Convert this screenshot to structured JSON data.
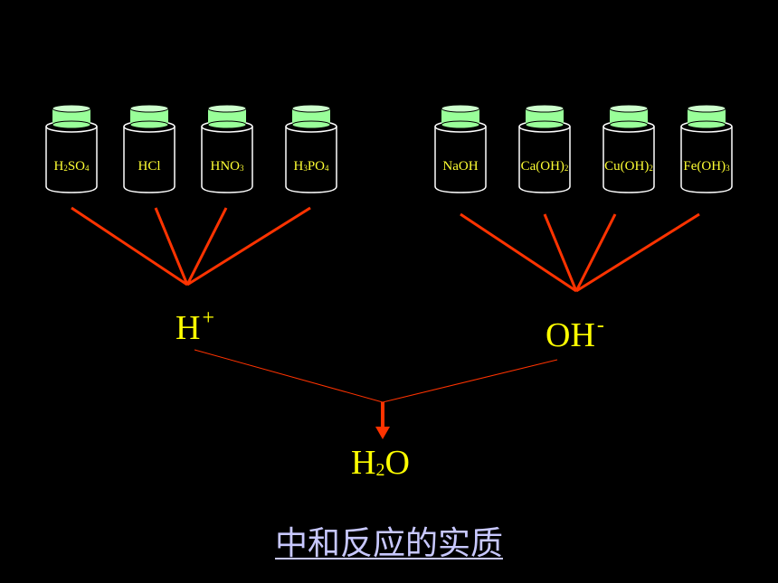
{
  "acids": [
    {
      "text": "H",
      "sub": "2",
      "rest": "SO",
      "sub2": "4"
    },
    {
      "text": "HCl",
      "sub": "",
      "rest": "",
      "sub2": ""
    },
    {
      "text": "HNO",
      "sub": "3",
      "rest": "",
      "sub2": ""
    },
    {
      "text": "H",
      "sub": "3",
      "rest": "PO",
      "sub2": "4"
    }
  ],
  "bases": [
    {
      "text": "NaOH",
      "sub": "",
      "rest": "",
      "sub2": ""
    },
    {
      "text": "Ca(OH)",
      "sub": "2",
      "rest": "",
      "sub2": ""
    },
    {
      "text": "Cu(OH)",
      "sub": "2",
      "rest": "",
      "sub2": ""
    },
    {
      "text": "Fe(OH)",
      "sub": "3",
      "rest": "",
      "sub2": ""
    }
  ],
  "ions": {
    "hydrogen": {
      "symbol": "H",
      "charge": "+"
    },
    "hydroxide": {
      "symbol": "OH",
      "charge": "-"
    },
    "water": {
      "symbol": "H",
      "sub": "2",
      "rest": "O"
    }
  },
  "title": "中和反应的实质",
  "colors": {
    "background": "#000000",
    "bottle_cap": "#99ff99",
    "formula_text": "#ffff33",
    "arrow": "#ff3300",
    "title": "#c8c8ff"
  }
}
